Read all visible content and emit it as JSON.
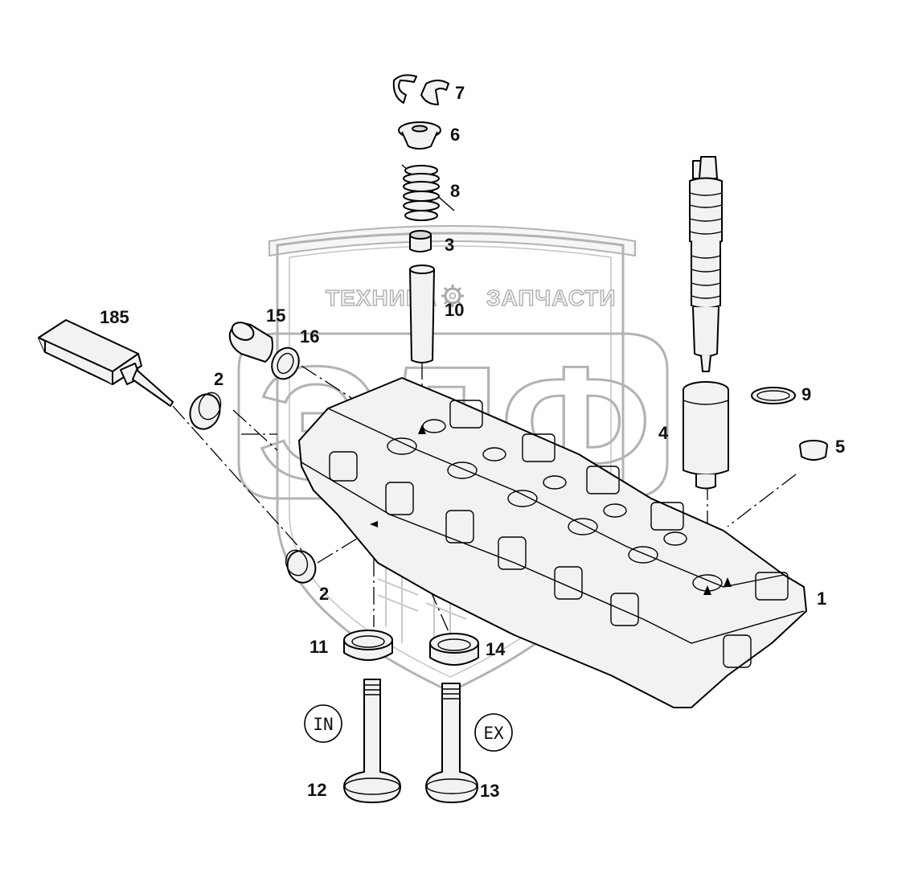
{
  "watermark": {
    "left_text": "ТЕХНИКА",
    "right_text": "ЗАПЧАСТИ",
    "logo_letters": "ЭЛФ",
    "gear_icon": "gear-icon"
  },
  "callouts": {
    "c7": "7",
    "c6": "6",
    "c8": "8",
    "c3": "3",
    "c10": "10",
    "c185": "185",
    "c15": "15",
    "c16": "16",
    "c2_top": "2",
    "c2_bottom": "2",
    "c9": "9",
    "c4": "4",
    "c5": "5",
    "c1": "1",
    "c11": "11",
    "c14": "14",
    "c12": "12",
    "c13": "13"
  },
  "valve_tags": {
    "intake": "IN",
    "exhaust": "EX"
  },
  "colors": {
    "line": "#000000",
    "part_fill": "#f2f2f2",
    "watermark_outline": "#b3b3b3"
  }
}
